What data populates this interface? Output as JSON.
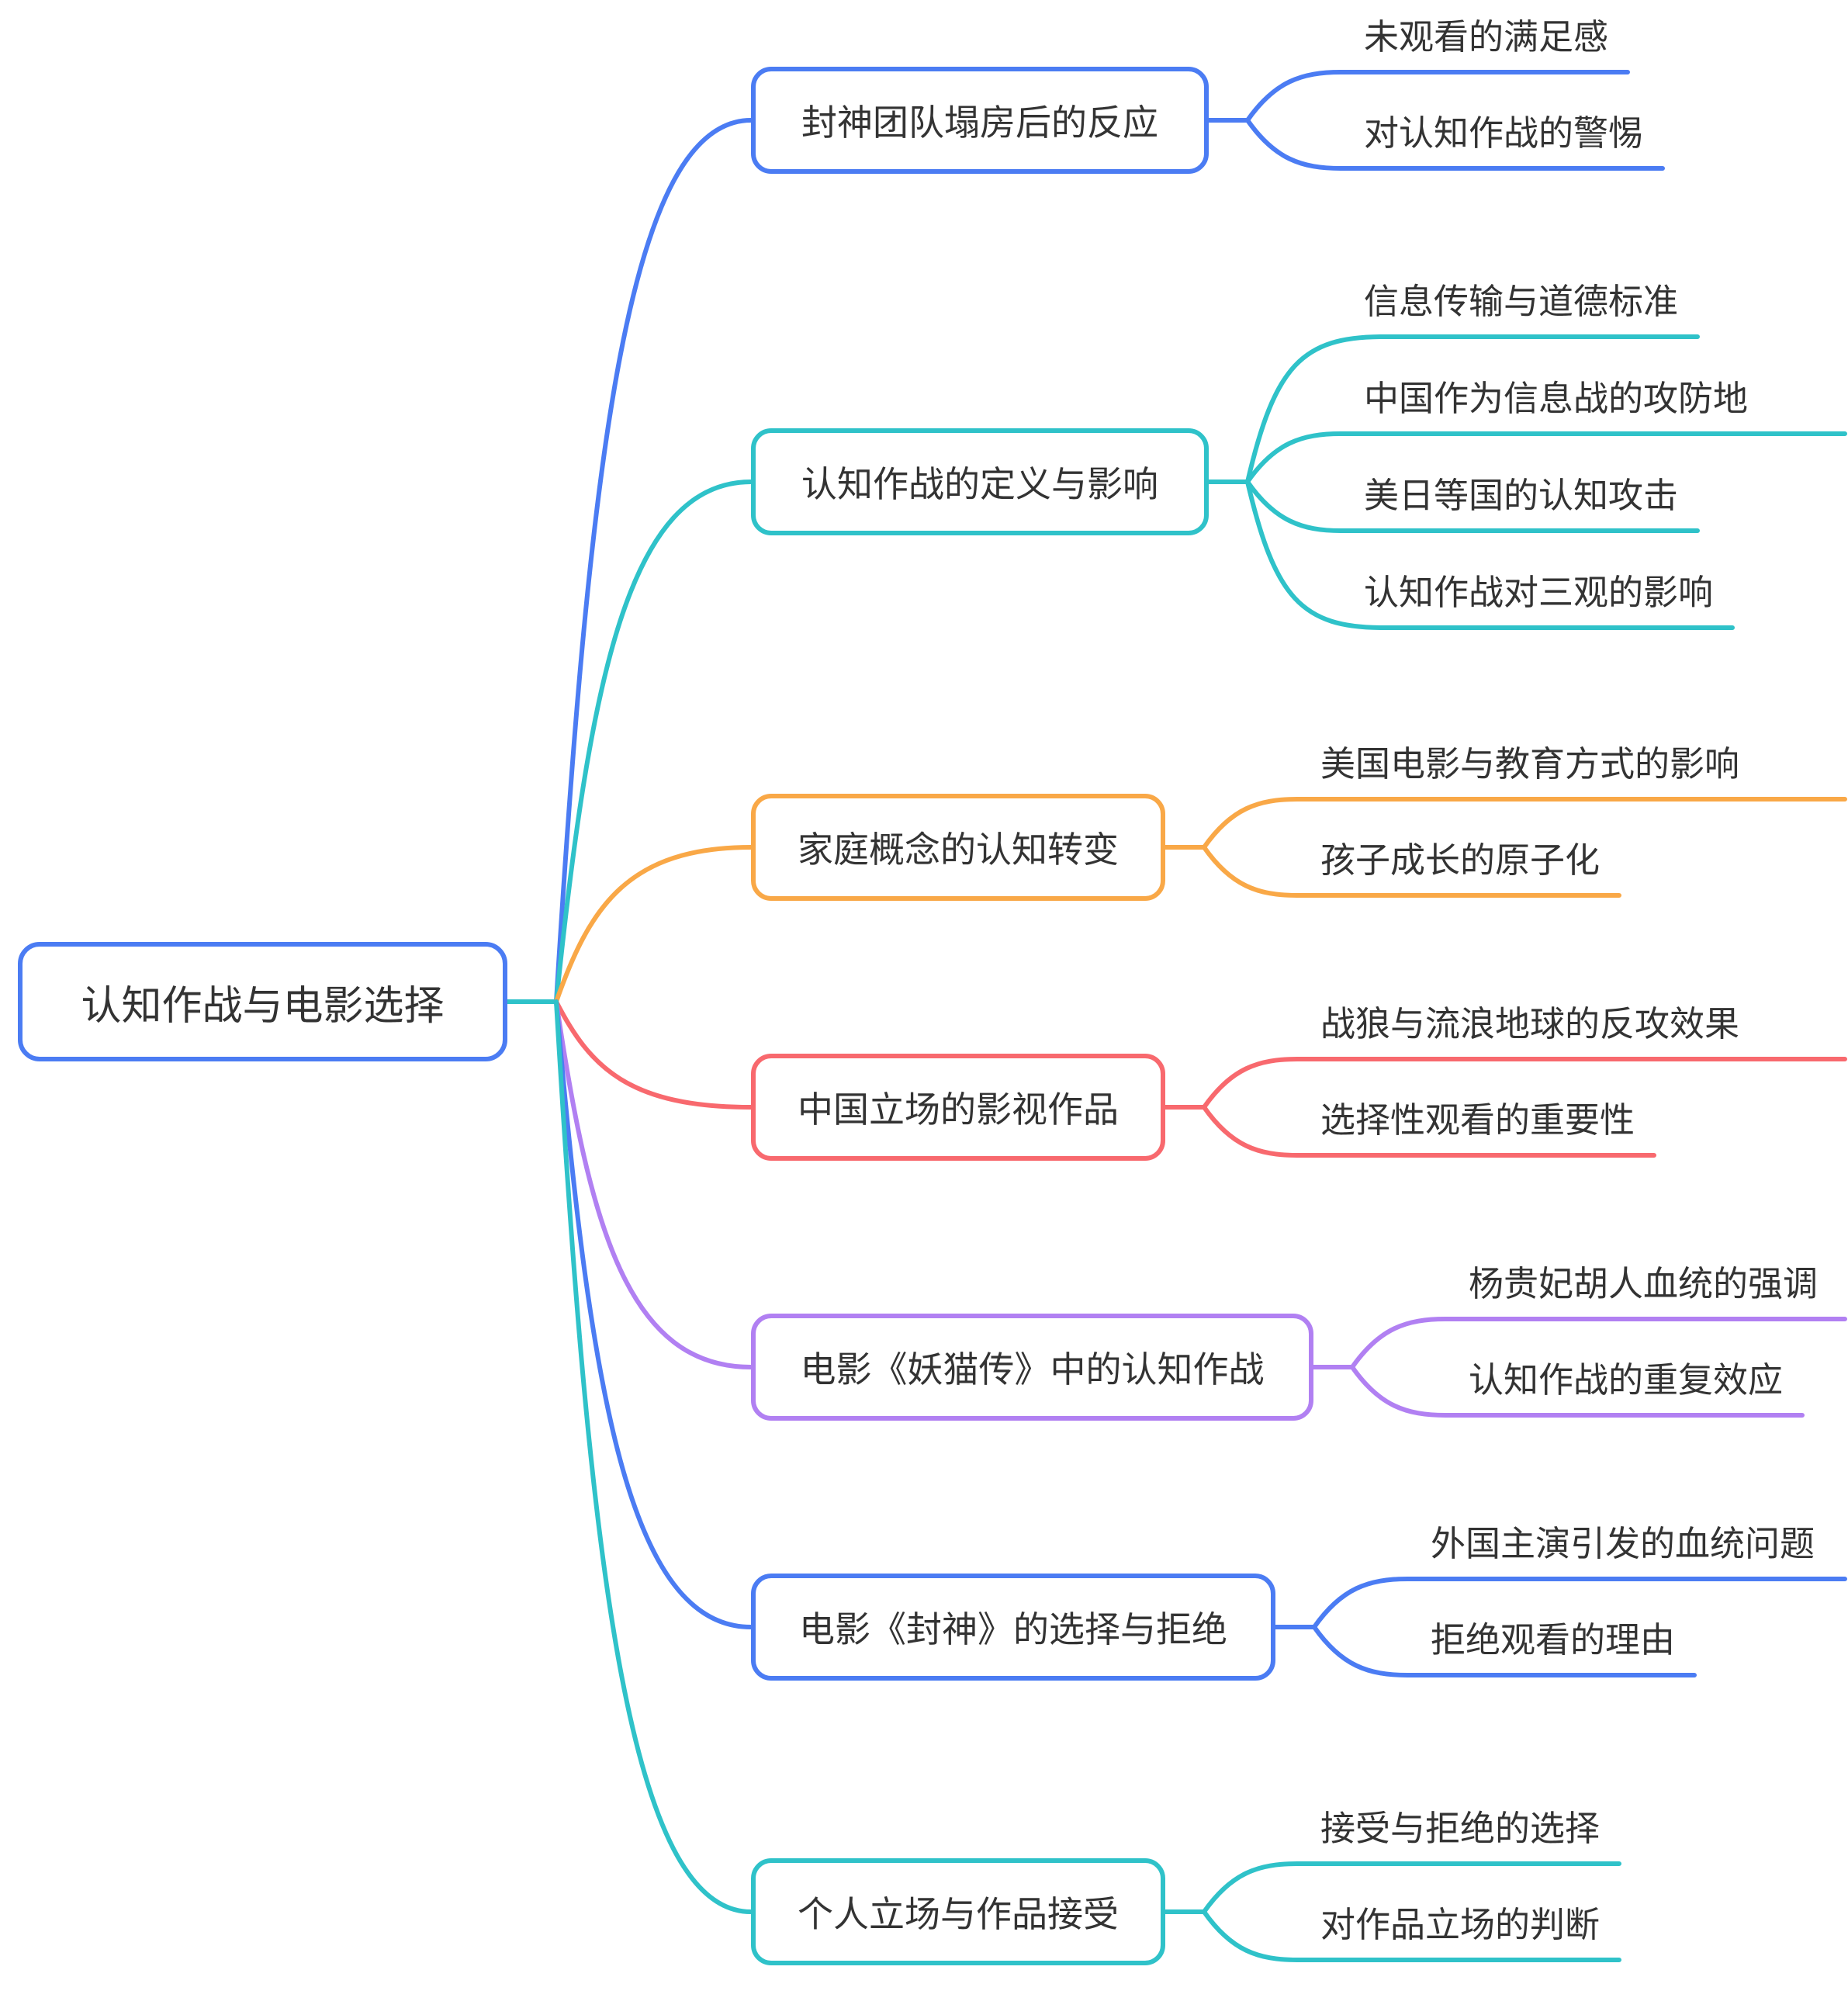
{
  "palette": {
    "blue": "#4b7cf3",
    "teal": "#2fc2c9",
    "orange": "#f9a847",
    "red": "#f8696e",
    "purple": "#b180f2",
    "ink": "#333333"
  },
  "root": {
    "label": "认知作战与电影选择",
    "color": "blue"
  },
  "branches": [
    {
      "label": "封神团队塌房后的反应",
      "color": "blue",
      "children": [
        {
          "label": "未观看的满足感"
        },
        {
          "label": "对认知作战的警惕"
        }
      ]
    },
    {
      "label": "认知作战的定义与影响",
      "color": "teal",
      "children": [
        {
          "label": "信息传输与道德标准"
        },
        {
          "label": "中国作为信息战的攻防地"
        },
        {
          "label": "美日等国的认知攻击"
        },
        {
          "label": "认知作战对三观的影响"
        }
      ]
    },
    {
      "label": "家庭概念的认知转变",
      "color": "orange",
      "children": [
        {
          "label": "美国电影与教育方式的影响"
        },
        {
          "label": "孩子成长的原子化"
        }
      ]
    },
    {
      "label": "中国立场的影视作品",
      "color": "red",
      "children": [
        {
          "label": "战狼与流浪地球的反攻效果"
        },
        {
          "label": "选择性观看的重要性"
        }
      ]
    },
    {
      "label": "电影《妖猫传》中的认知作战",
      "color": "purple",
      "children": [
        {
          "label": "杨贵妃胡人血统的强调"
        },
        {
          "label": "认知作战的重复效应"
        }
      ]
    },
    {
      "label": "电影《封神》的选择与拒绝",
      "color": "blue",
      "children": [
        {
          "label": "外国主演引发的血统问题"
        },
        {
          "label": "拒绝观看的理由"
        }
      ]
    },
    {
      "label": "个人立场与作品接受",
      "color": "teal",
      "children": [
        {
          "label": "接受与拒绝的选择"
        },
        {
          "label": "对作品立场的判断"
        }
      ]
    }
  ]
}
